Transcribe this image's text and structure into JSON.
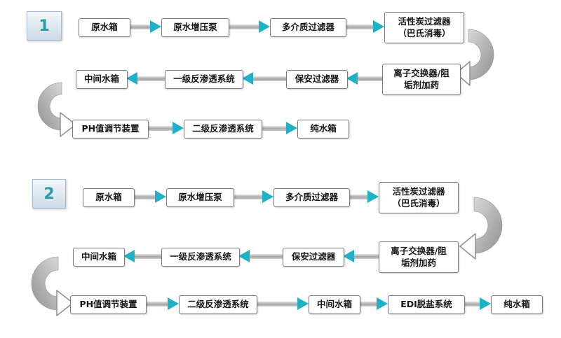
{
  "palette": {
    "arrow_triangle": "#1fb1c6",
    "connector_gray": "#a6a6a6",
    "swoosh_gray": "#9a9a9a",
    "badge_number_color": "#2d9aa8",
    "box_border": "#7a7a7a"
  },
  "sections": [
    {
      "number": "1",
      "rows": [
        [
          "原水箱",
          "原水增压泵",
          "多介质过滤器",
          "活性炭过滤器\n（巴氏消毒）"
        ],
        [
          "中间水箱",
          "一级反渗透系统",
          "保安过滤器",
          "离子交换器/阻\n垢剂加药"
        ],
        [
          "PH值调节装置",
          "二级反渗透系统",
          "纯水箱"
        ]
      ]
    },
    {
      "number": "2",
      "rows": [
        [
          "原水箱",
          "原水增压泵",
          "多介质过滤器",
          "活性炭过滤器\n（巴氏消毒）"
        ],
        [
          "中间水箱",
          "一级反渗透系统",
          "保安过滤器",
          "离子交换器/阻\n垢剂加药"
        ],
        [
          "PH值调节装置",
          "二级反渗透系统",
          "中间水箱",
          "EDI脱盐系统",
          "纯水箱"
        ]
      ]
    }
  ]
}
